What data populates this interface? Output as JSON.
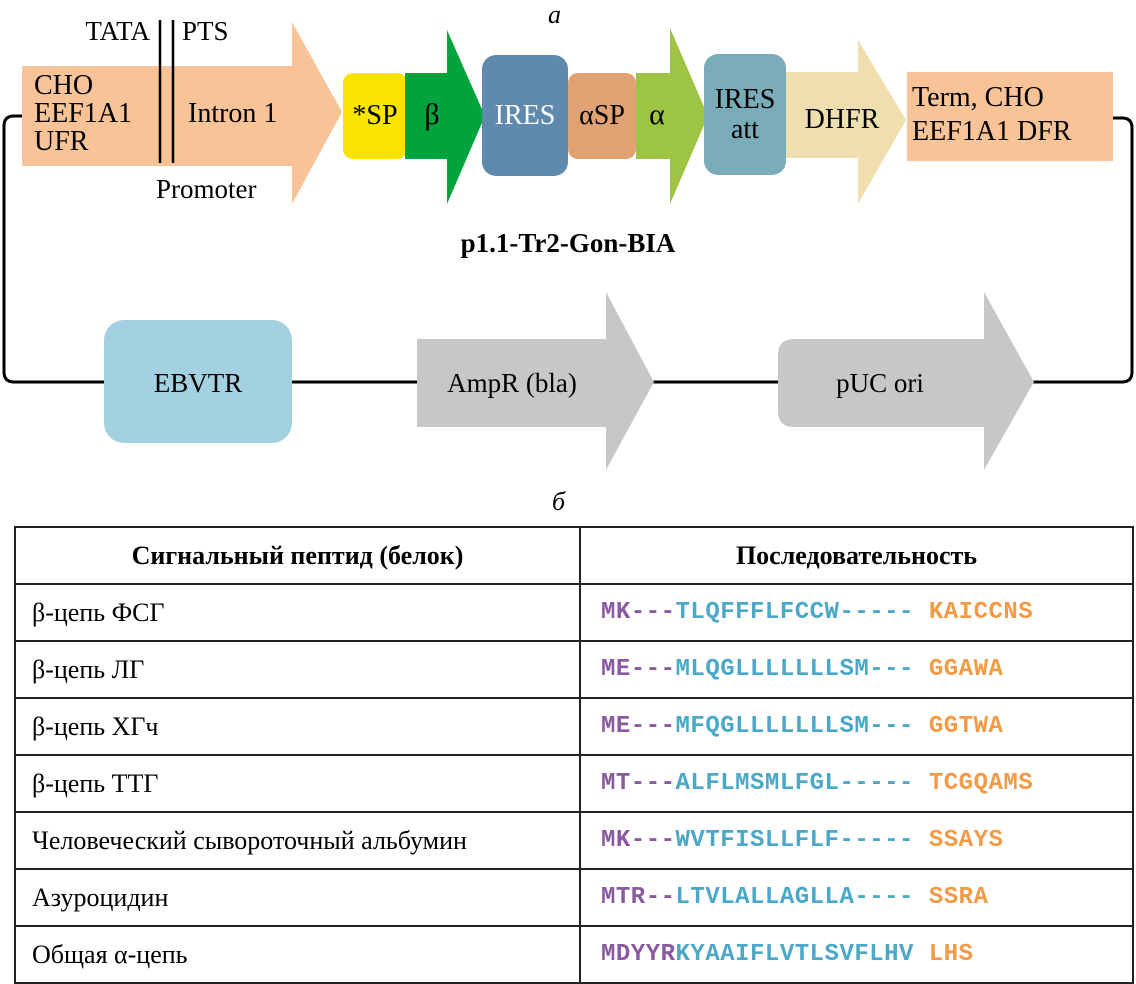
{
  "panel_labels": {
    "a": "а",
    "b": "б"
  },
  "plasmid_name": "p1.1-Tr2-Gon-BIA",
  "colors": {
    "promoter": "#f8c497",
    "sp": "#f9e400",
    "beta": "#00a33c",
    "ires": "#5f8aad",
    "alpha_sp": "#e0a272",
    "alpha": "#9dc442",
    "ires_att": "#7aabb8",
    "dhfr": "#efdfae",
    "term": "#f8c497",
    "ebvtr": "#a4d1e1",
    "backbone_gray": "#c8c7c6",
    "seq_n_region": "#8a5aa0",
    "seq_h_region": "#4ba8c8",
    "seq_c_region": "#f29a46"
  },
  "map": {
    "tata": "TATA",
    "pts": "PTS",
    "promoter_caption": "Promoter",
    "promoter_lines": [
      "CHO",
      "EEF1A1",
      "UFR"
    ],
    "intron": "Intron 1",
    "sp": "*SP",
    "beta": "β",
    "ires": "IRES",
    "alpha_sp": "αSP",
    "alpha": "α",
    "ires_att_lines": [
      "IRES",
      "att"
    ],
    "dhfr": "DHFR",
    "term_lines": [
      "Term, CHO",
      "EEF1A1 DFR"
    ],
    "ebvtr": "EBVTR",
    "ampr": "AmpR (bla)",
    "puc": "pUC ori"
  },
  "table": {
    "headers": [
      "Сигнальный пептид (белок)",
      "Последовательность"
    ],
    "rows": [
      {
        "protein": "β-цепь ФСГ",
        "n": "MK---",
        "h": "TLQFFFLFCCW-----",
        "c": "KAICCNS"
      },
      {
        "protein": "β-цепь ЛГ",
        "n": "ME---",
        "h": "MLQGLLLLLLLSM---",
        "c": "GGAWA"
      },
      {
        "protein": "β-цепь ХГч",
        "n": "ME---",
        "h": "MFQGLLLLLLLSM---",
        "c": "GGTWA"
      },
      {
        "protein": "β-цепь ТТГ",
        "n": "MT---",
        "h": "ALFLMSMLFGL-----",
        "c": "TCGQAMS"
      },
      {
        "protein": "Человеческий сывороточный альбумин",
        "n": "MK---",
        "h": "WVTFISLLFLF-----",
        "c": "SSAYS"
      },
      {
        "protein": "Азуроцидин",
        "n": "MTR--",
        "h": "LTVLALLAGLLA----",
        "c": "SSRA"
      },
      {
        "protein": "Общая α-цепь",
        "n": "MDYYR",
        "h": "KYAAIFLVTLSVFLHV",
        "c": "LHS"
      }
    ]
  }
}
